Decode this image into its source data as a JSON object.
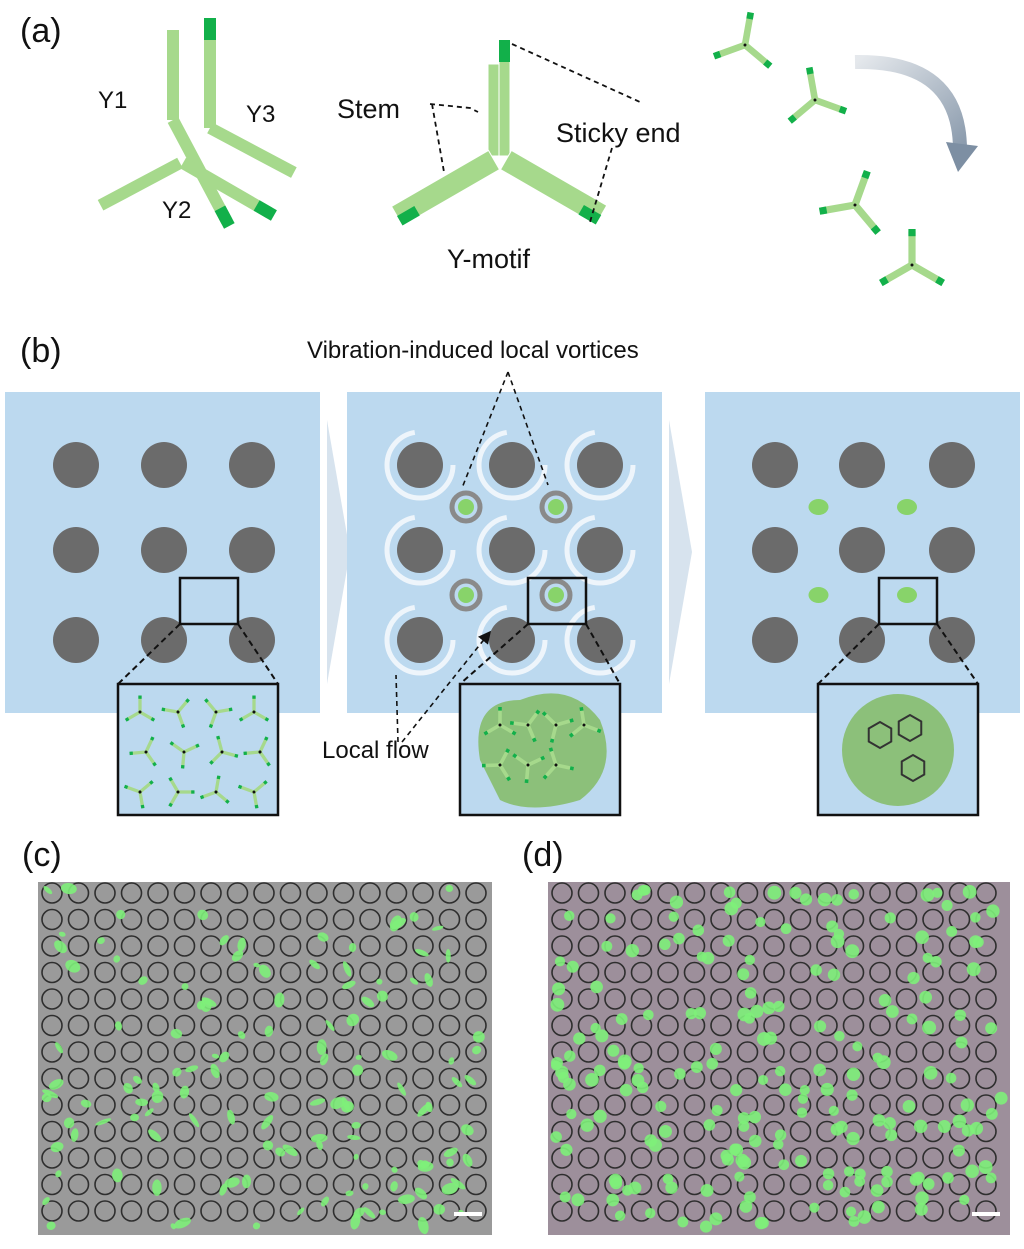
{
  "panel_a": {
    "label": "(a)",
    "strand_labels": [
      "Y1",
      "Y3",
      "Y2"
    ],
    "stem_label": "Stem",
    "sticky_end_label": "Sticky end",
    "motif_label": "Y-motif"
  },
  "panel_b": {
    "label": "(b)",
    "vortices_label": "Vibration-induced local vortices",
    "flow_label": "Local flow"
  },
  "panel_c": {
    "label": "(c)"
  },
  "panel_d": {
    "label": "(d)"
  },
  "colors": {
    "strand": "#a6d98c",
    "sticky_end": "#12b04a",
    "chamber": "#bcd9ef",
    "pillar": "#6b6b6b",
    "hydrogel": "#88d36a",
    "micrograph_c": "#9a9a9a",
    "micrograph_d": "#9d8f9b",
    "fluorescence": "#7ef07a"
  }
}
